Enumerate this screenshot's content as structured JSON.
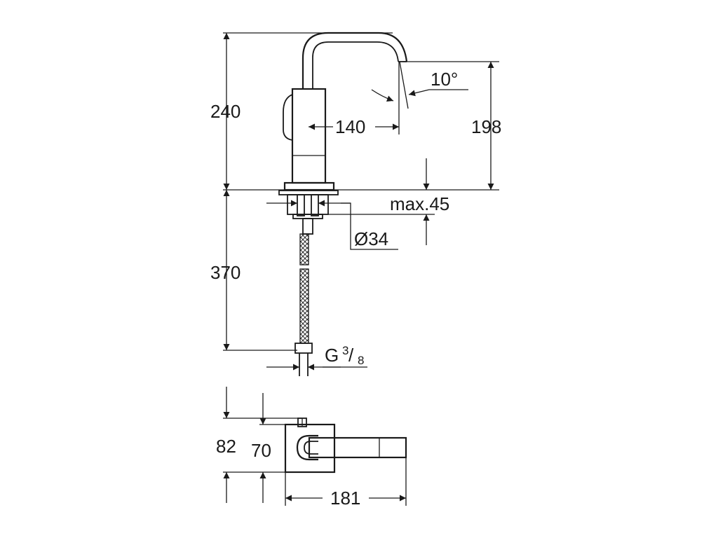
{
  "dimensions": {
    "height_total": "240",
    "spout_height": "198",
    "spout_reach": "140",
    "spout_angle": "10°",
    "deck_thickness": "max.45",
    "hole_diameter": "Ø34",
    "hose_length": "370",
    "connection_thread_prefix": "G",
    "connection_thread_num": "3",
    "connection_thread_den": "8",
    "top_depth_total": "82",
    "top_depth_body": "70",
    "top_length": "181"
  }
}
